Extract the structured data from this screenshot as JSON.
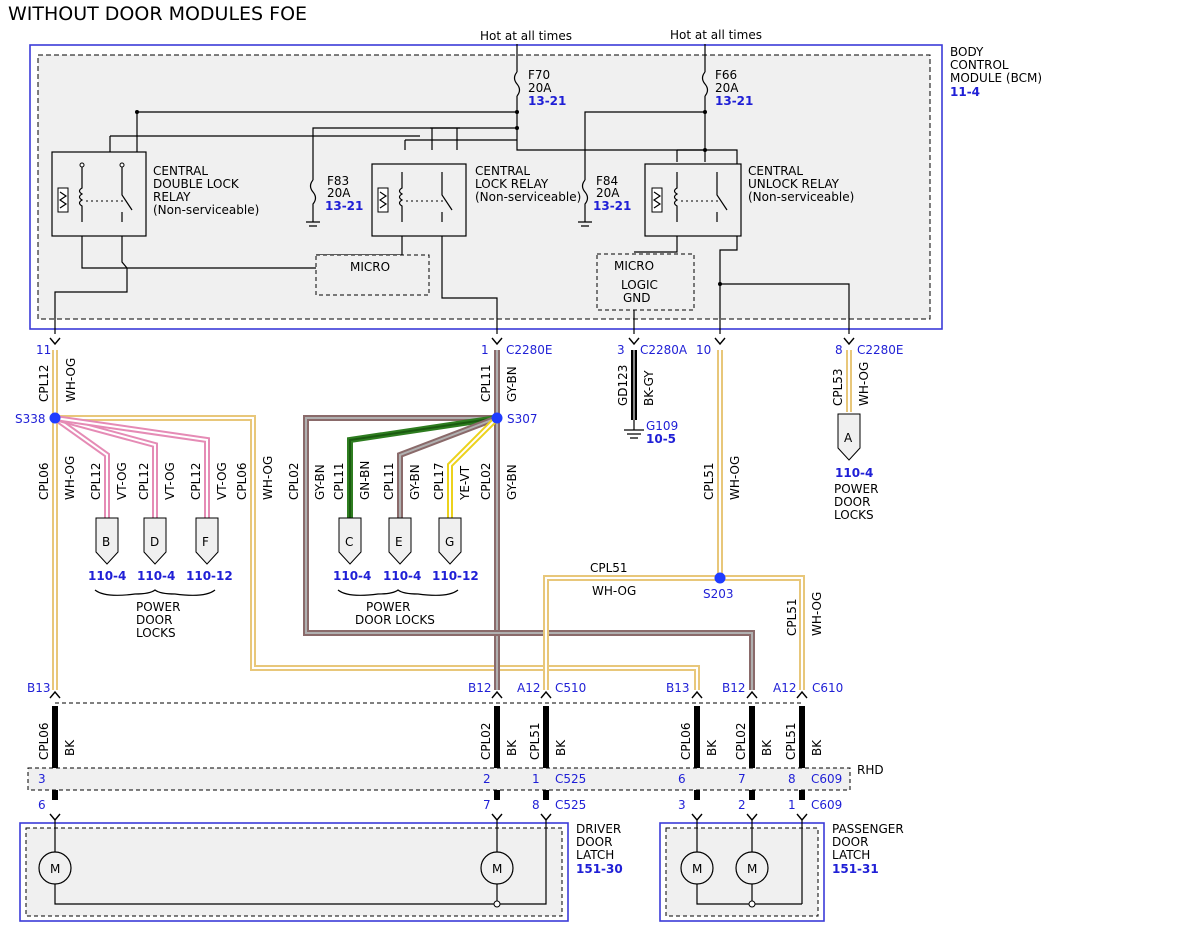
{
  "title": "WITHOUT DOOR MODULES FOE",
  "colors": {
    "module_border": "#3b3bd9",
    "ref_blue": "#1f1fd6",
    "module_fill": "#f0f0f0",
    "splice": "#1f3cff"
  },
  "power": {
    "hot1": "Hot at all times",
    "hot2": "Hot at all times"
  },
  "bcm": {
    "l1": "BODY",
    "l2": "CONTROL",
    "l3": "MODULE (BCM)",
    "ref": "11-4"
  },
  "fuses": {
    "f70": {
      "name": "F70",
      "amp": "20A",
      "ref": "13-21"
    },
    "f66": {
      "name": "F66",
      "amp": "20A",
      "ref": "13-21"
    },
    "f83": {
      "name": "F83",
      "amp": "20A",
      "ref": "13-21"
    },
    "f84": {
      "name": "F84",
      "amp": "20A",
      "ref": "13-21"
    }
  },
  "relays": {
    "double_lock": {
      "l1": "CENTRAL",
      "l2": "DOUBLE LOCK",
      "l3": "RELAY",
      "l4": "(Non-serviceable)"
    },
    "lock": {
      "l1": "CENTRAL",
      "l2": "LOCK RELAY",
      "l3": "(Non-serviceable)"
    },
    "unlock": {
      "l1": "CENTRAL",
      "l2": "UNLOCK RELAY",
      "l3": "(Non-serviceable)"
    }
  },
  "micro1": "MICRO",
  "micro2": {
    "l1": "MICRO",
    "l2": "LOGIC",
    "l3": "GND"
  },
  "pins": {
    "p11": "11",
    "p1": "1",
    "c1": "C2280E",
    "p3": "3",
    "c2": "C2280A",
    "p10": "10",
    "p8": "8",
    "c3": "C2280E"
  },
  "wires": {
    "cpl12": "CPL12",
    "whog": "WH-OG",
    "cpl11": "CPL11",
    "gybn": "GY-BN",
    "gd123": "GD123",
    "bkgy": "BK-GY",
    "cpl51": "CPL51",
    "cpl53": "CPL53",
    "cpl06": "CPL06",
    "cpl02": "CPL02",
    "vtog": "VT-OG",
    "gnbn": "GN-BN",
    "cpl17": "CPL17",
    "yevt": "YE-VT",
    "bk": "BK"
  },
  "splices": {
    "s338": "S338",
    "s307": "S307",
    "s203": "S203"
  },
  "ground": {
    "name": "G109",
    "ref": "10-5"
  },
  "conn_a": {
    "letter": "A",
    "ref": "110-4",
    "l1": "POWER",
    "l2": "DOOR",
    "l3": "LOCKS"
  },
  "group1": {
    "b": "B",
    "d": "D",
    "f": "F",
    "rb": "110-4",
    "rd": "110-4",
    "rf": "110-12",
    "l1": "POWER",
    "l2": "DOOR",
    "l3": "LOCKS"
  },
  "group2": {
    "c": "C",
    "e": "E",
    "g": "G",
    "rc": "110-4",
    "re": "110-4",
    "rg": "110-12",
    "l1": "POWER",
    "l2": "DOOR LOCKS"
  },
  "c510": {
    "b13": "B13",
    "b12": "B12",
    "a12": "A12",
    "name": "C510"
  },
  "c610": {
    "b13": "B13",
    "b12": "B12",
    "a12": "A12",
    "name": "C610"
  },
  "c525": {
    "p3": "3",
    "p2": "2",
    "p1": "1",
    "name": "C525",
    "q6": "6",
    "q7": "7",
    "q8": "8",
    "name2": "C525"
  },
  "c609": {
    "p6": "6",
    "p7": "7",
    "p8": "8",
    "name": "C609",
    "q3": "3",
    "q2": "2",
    "q1": "1",
    "name2": "C609",
    "rhd": "RHD"
  },
  "driver": {
    "l1": "DRIVER",
    "l2": "DOOR",
    "l3": "LATCH",
    "ref": "151-30"
  },
  "passenger": {
    "l1": "PASSENGER",
    "l2": "DOOR",
    "l3": "LATCH",
    "ref": "151-31"
  },
  "motor": "M"
}
